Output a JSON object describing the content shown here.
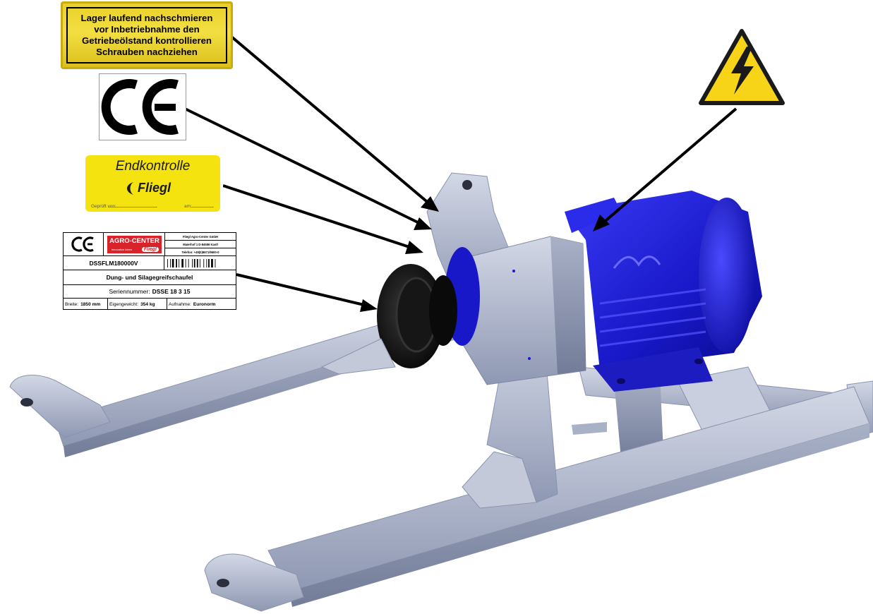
{
  "labels": {
    "lager": {
      "lines": [
        "Lager laufend nachschmieren",
        "vor Inbetriebnahme den",
        "Getriebeölstand kontrollieren",
        "Schrauben nachziehen"
      ]
    },
    "endkontrolle": {
      "title": "Endkontrolle",
      "logo": "Fliegl",
      "checked_by": "Geprüft von:",
      "date": "am:"
    },
    "type_plate": {
      "brand": "AGRO-CENTER",
      "brand_tagline": "innovative Ideen",
      "brand_logo": "Fliegl",
      "company": "Fliegl Agro-Center GmbH",
      "address": "Maierhof 1 D-84556 Kastl",
      "phone": "Telefon: +49(0)8671/9600-0",
      "article_number": "DSSFLM180000V",
      "product": "Dung- und Silagegreifschaufel",
      "serial_label": "Seriennummer:",
      "serial_value": "DSSE 18 3 15",
      "width_label": "Breite:",
      "width_value": "1850 mm",
      "weight_label": "Eigengewicht:",
      "weight_value": "354 kg",
      "mount_label": "Aufnahme:",
      "mount_value": "Euronorm"
    }
  },
  "colors": {
    "label_yellow": "#f3df43",
    "sticker_yellow": "#f5e310",
    "brand_red": "#d8232a",
    "motor_blue": "#2424d8",
    "frame_steel": "#b8c0d4",
    "warning_yellow": "#f7d417"
  },
  "icons": [
    "ce-mark-icon",
    "high-voltage-warning-icon",
    "barcode-icon"
  ]
}
